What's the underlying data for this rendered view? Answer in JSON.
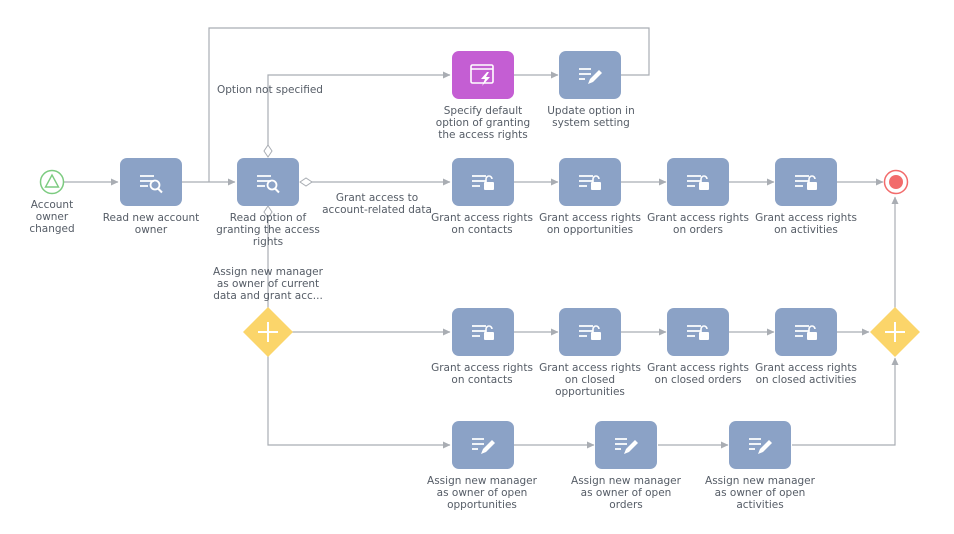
{
  "colors": {
    "task": "#8ba2c6",
    "task_special": "#c45ed3",
    "gateway": "#fbd56a",
    "start": "#7ccb80",
    "end": "#f26b6b",
    "line": "#a9adb3"
  },
  "nodes": [
    {
      "id": "start",
      "kind": "start-event",
      "label": "Account owner changed"
    },
    {
      "id": "read-owner",
      "kind": "task",
      "icon": "read-data-icon",
      "label": "Read new account owner"
    },
    {
      "id": "read-option",
      "kind": "task",
      "icon": "read-data-icon",
      "label": "Read option of granting the access rights"
    },
    {
      "id": "specify-default",
      "kind": "task-special",
      "icon": "user-dialog-icon",
      "label": "Specify default option of granting the access rights"
    },
    {
      "id": "update-option",
      "kind": "task",
      "icon": "modify-data-icon",
      "label": "Update option in system setting"
    },
    {
      "id": "grant-contacts-1",
      "kind": "task",
      "icon": "access-rights-icon",
      "label": "Grant access rights on contacts"
    },
    {
      "id": "grant-opps-1",
      "kind": "task",
      "icon": "access-rights-icon",
      "label": "Grant access rights on opportunities"
    },
    {
      "id": "grant-orders-1",
      "kind": "task",
      "icon": "access-rights-icon",
      "label": "Grant access rights on orders"
    },
    {
      "id": "grant-activities-1",
      "kind": "task",
      "icon": "access-rights-icon",
      "label": "Grant access rights on activities"
    },
    {
      "id": "end",
      "kind": "end-event",
      "label": ""
    },
    {
      "id": "gw-fork",
      "kind": "gateway",
      "label": ""
    },
    {
      "id": "gw-join",
      "kind": "gateway",
      "label": ""
    },
    {
      "id": "grant-contacts-2",
      "kind": "task",
      "icon": "access-rights-icon",
      "label": "Grant access rights on contacts"
    },
    {
      "id": "grant-opps-2",
      "kind": "task",
      "icon": "access-rights-icon",
      "label": "Grant access rights on closed opportunities"
    },
    {
      "id": "grant-orders-2",
      "kind": "task",
      "icon": "access-rights-icon",
      "label": "Grant access rights on closed orders"
    },
    {
      "id": "grant-activities-2",
      "kind": "task",
      "icon": "access-rights-icon",
      "label": "Grant access rights on closed activities"
    },
    {
      "id": "assign-opps",
      "kind": "task",
      "icon": "modify-data-icon",
      "label": "Assign new manager as owner of open opportunities"
    },
    {
      "id": "assign-orders",
      "kind": "task",
      "icon": "modify-data-icon",
      "label": "Assign new manager as owner of open orders"
    },
    {
      "id": "assign-activities",
      "kind": "task",
      "icon": "modify-data-icon",
      "label": "Assign new manager as owner of open activities"
    }
  ],
  "flow_labels": [
    {
      "id": "option-not-specified",
      "text": "Option not specified"
    },
    {
      "id": "grant-access-account",
      "text": "Grant access to account-related data"
    },
    {
      "id": "assign-new-manager",
      "text": "Assign new manager as owner of current data and grant acc..."
    }
  ]
}
